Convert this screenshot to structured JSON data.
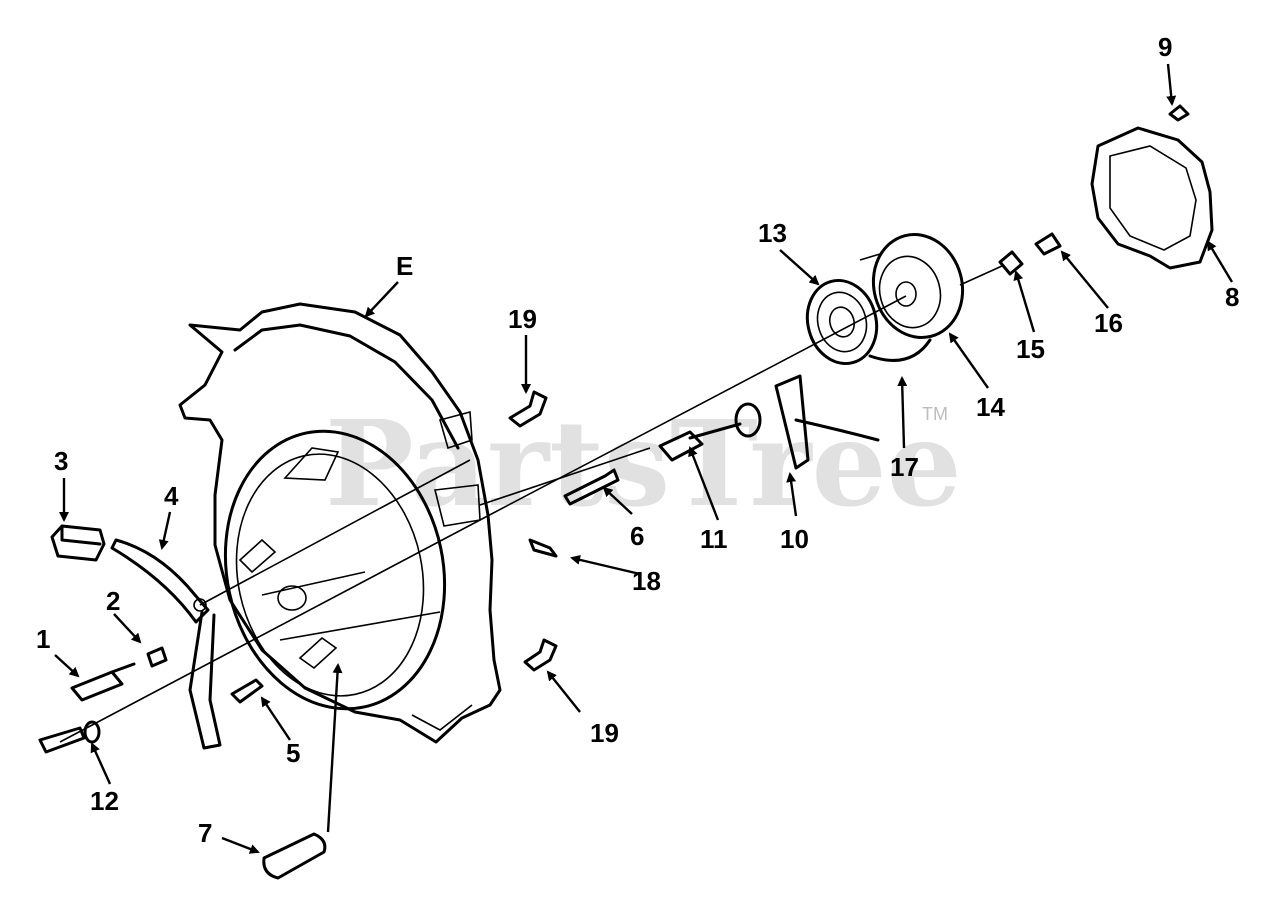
{
  "watermark": {
    "text": "PartsTree",
    "trademark": "TM"
  },
  "labels": {
    "E": "E",
    "p1": "1",
    "p2": "2",
    "p3": "3",
    "p4": "4",
    "p5": "5",
    "p6": "6",
    "p7": "7",
    "p8": "8",
    "p9": "9",
    "p10": "10",
    "p11": "11",
    "p12": "12",
    "p13": "13",
    "p14": "14",
    "p15": "15",
    "p16": "16",
    "p17": "17",
    "p18": "18",
    "p19a": "19",
    "p19b": "19"
  }
}
